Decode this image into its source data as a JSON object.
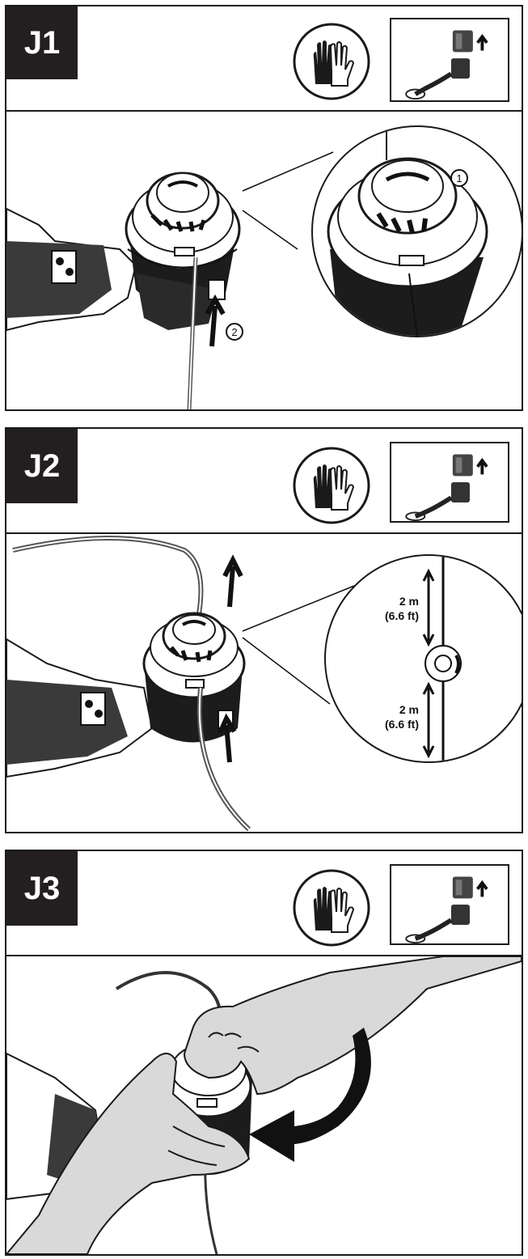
{
  "steps": [
    {
      "id": "J1",
      "callouts": [
        "1",
        "2"
      ]
    },
    {
      "id": "J2",
      "dimensions": [
        {
          "value": "2 m",
          "alt": "(6.6 ft)"
        },
        {
          "value": "2 m",
          "alt": "(6.6 ft)"
        }
      ]
    },
    {
      "id": "J3"
    }
  ],
  "icons": {
    "gloves": "gloves-icon",
    "battery": "battery-removal-icon"
  },
  "colors": {
    "ink": "#1a1a1a",
    "badge": "#231f20",
    "hand": "#d9d9d9"
  }
}
